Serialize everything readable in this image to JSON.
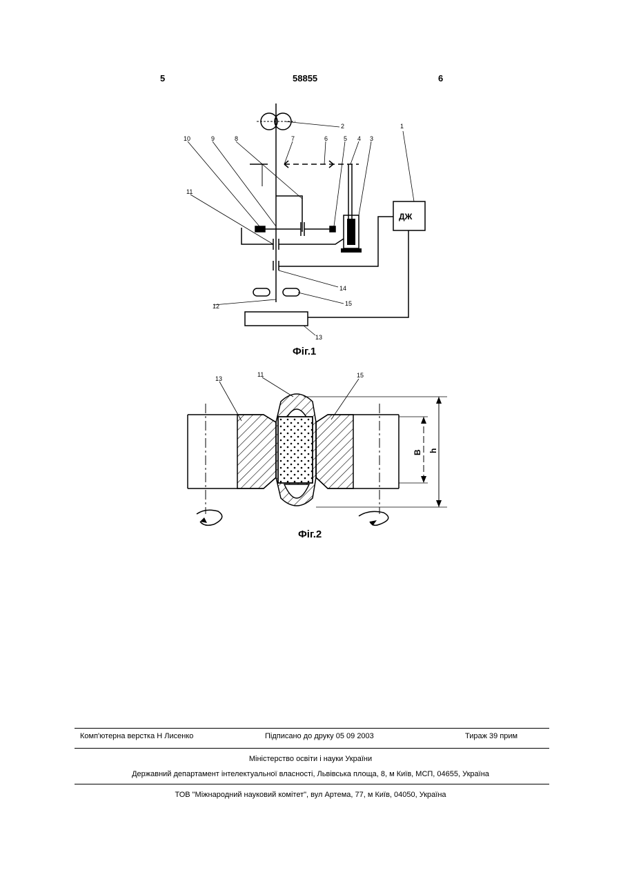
{
  "header": {
    "left_page": "5",
    "patent_number": "58855",
    "right_page": "6"
  },
  "figure1": {
    "caption": "Фіг.1",
    "block_label": "ДЖ",
    "callouts": [
      "1",
      "2",
      "3",
      "4",
      "5",
      "6",
      "7",
      "8",
      "9",
      "10",
      "11",
      "12",
      "13",
      "14",
      "15"
    ]
  },
  "figure2": {
    "caption": "Фіг.2",
    "callouts": [
      "13",
      "11",
      "15"
    ],
    "dimension_labels": [
      "B",
      "h"
    ]
  },
  "footer": {
    "layout_credit": "Комп'ютерна верстка Н  Лисенко",
    "signed": "Підписано до друку 05 09 2003",
    "circulation": "Тираж 39 прим",
    "ministry": "Міністерство освіти і науки України",
    "department": "Державний департамент інтелектуальної власності, Львівська площа, 8, м  Київ, МСП, 04655, Україна",
    "publisher": "ТОВ \"Міжнародний науковий комітет\", вул  Артема, 77, м  Київ, 04050, Україна"
  }
}
